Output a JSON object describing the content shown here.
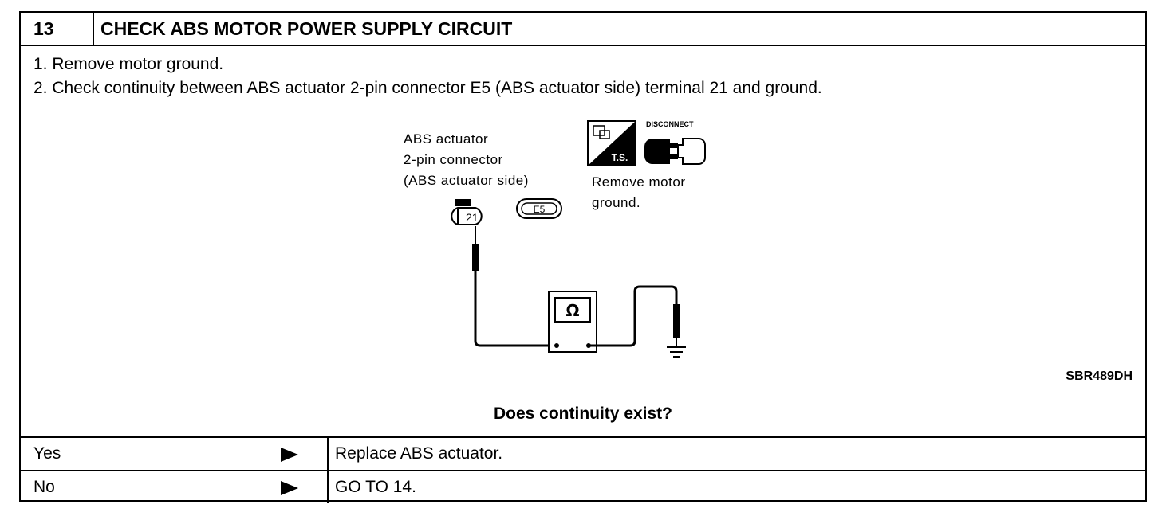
{
  "step_number": "13",
  "title": "CHECK ABS MOTOR POWER SUPPLY CIRCUIT",
  "steps": [
    "1.  Remove motor ground.",
    "2.  Check continuity between ABS actuator 2-pin connector E5 (ABS actuator side) terminal 21 and ground."
  ],
  "diagram": {
    "connector_label": [
      "ABS actuator",
      "2-pin connector",
      "(ABS actuator side)"
    ],
    "terminal": "21",
    "connector_id": "E5",
    "ts_badge": "T.S.",
    "disconnect_label": "DISCONNECT",
    "instruction": [
      "Remove motor",
      "ground."
    ],
    "meter_symbol": "Ω"
  },
  "reference_code": "SBR489DH",
  "question": "Does continuity exist?",
  "answers": [
    {
      "answer": "Yes",
      "result": "Replace ABS actuator."
    },
    {
      "answer": "No",
      "result": "GO TO 14."
    }
  ]
}
